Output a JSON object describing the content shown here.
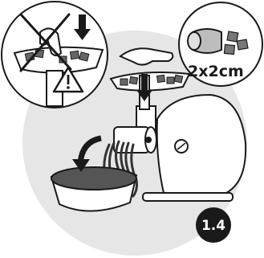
{
  "size_label": "2x2cm",
  "step_label": "1.4",
  "colors": {
    "background_disc": "#e6e6e6",
    "line": "#1a1a1a",
    "step_badge": "#1a1a1a",
    "outline_fill": "#ffffff"
  },
  "icons": [
    "warning-icon",
    "cross-out-mark",
    "down-arrow-icon",
    "curved-arrow-icon"
  ]
}
